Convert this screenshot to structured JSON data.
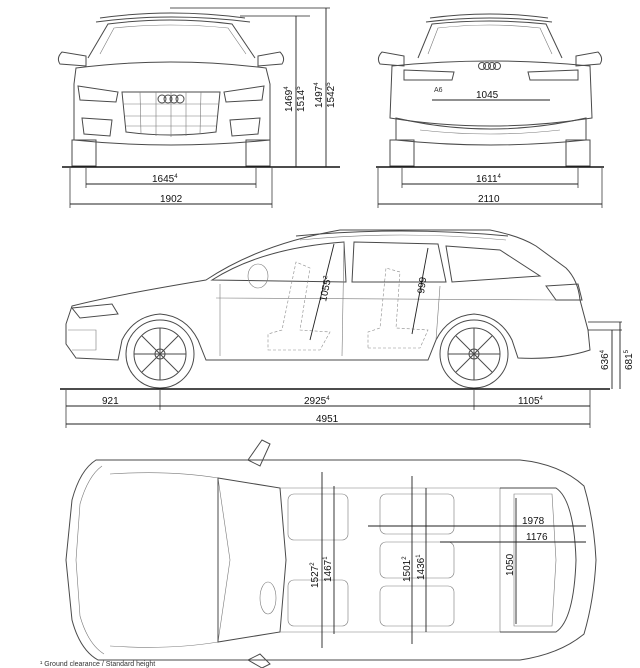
{
  "front_view": {
    "track_front": {
      "value": "1645",
      "sup": "4"
    },
    "width": {
      "value": "1902"
    },
    "height_1": {
      "value": "1469",
      "sup": "4"
    },
    "height_2": {
      "value": "1514",
      "sup": "5"
    },
    "height_3": {
      "value": "1497",
      "sup": "4"
    },
    "height_4": {
      "value": "1542",
      "sup": "5"
    }
  },
  "rear_view": {
    "load_width": {
      "value": "1045"
    },
    "track_rear": {
      "value": "1611",
      "sup": "4"
    },
    "width_mirrors": {
      "value": "2110"
    },
    "badge": "A6"
  },
  "side_view": {
    "front_overhang": {
      "value": "921"
    },
    "wheelbase": {
      "value": "2925",
      "sup": "4"
    },
    "rear_overhang": {
      "value": "1105",
      "sup": "4"
    },
    "length": {
      "value": "4951"
    },
    "headroom_front": {
      "value": "1055",
      "sup": "2"
    },
    "headroom_rear": {
      "value": "999"
    },
    "rear_height_1": {
      "value": "636",
      "sup": "4"
    },
    "rear_height_2": {
      "value": "681",
      "sup": "5"
    }
  },
  "top_view": {
    "cargo_length_1": {
      "value": "1978"
    },
    "cargo_length_2": {
      "value": "1176"
    },
    "front_shoulder": {
      "value": "1527",
      "sup": "2"
    },
    "front_elbow": {
      "value": "1467",
      "sup": "1"
    },
    "rear_shoulder": {
      "value": "1501",
      "sup": "2"
    },
    "rear_elbow": {
      "value": "1436",
      "sup": "1"
    },
    "cargo_width": {
      "value": "1050"
    }
  },
  "footnote": "¹ Ground clearance / Standard height"
}
